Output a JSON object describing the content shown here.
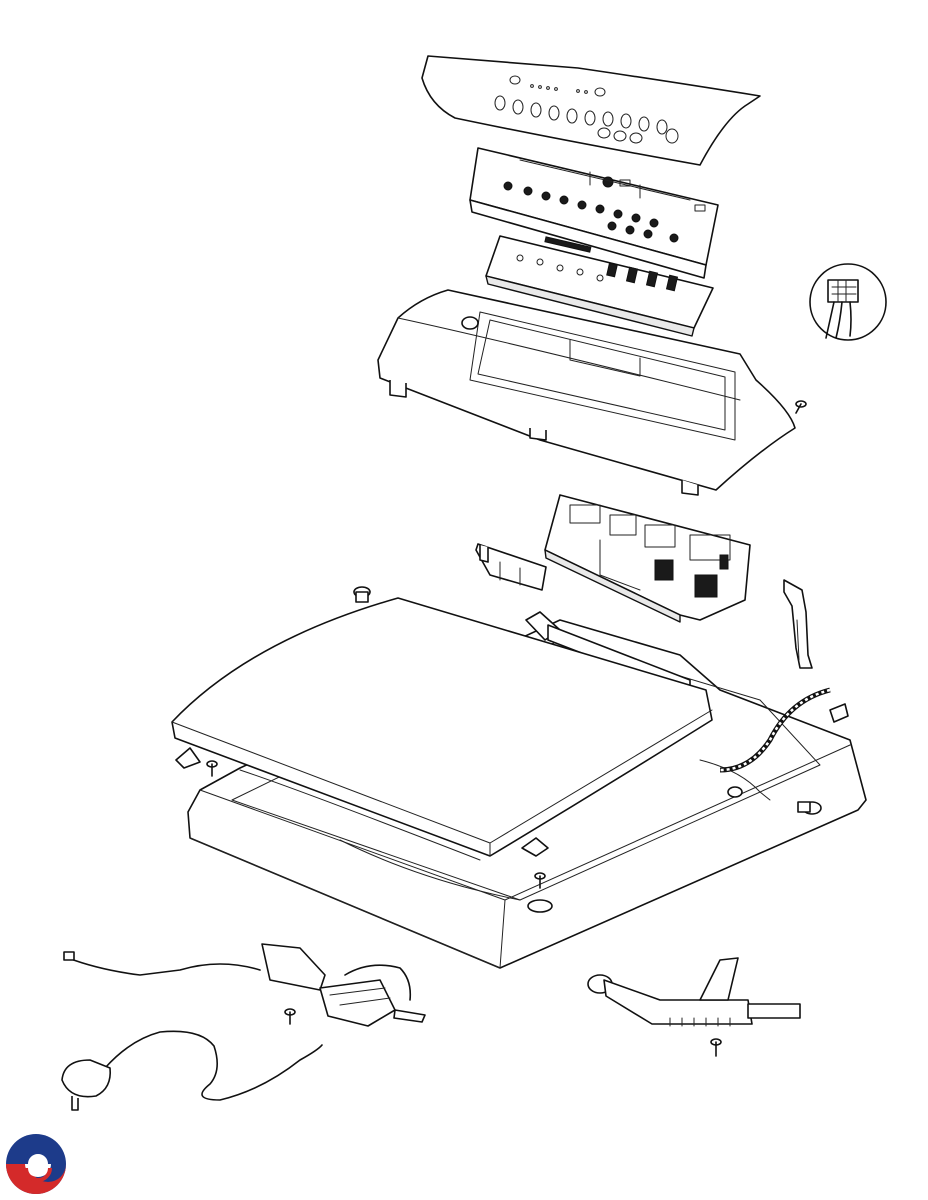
{
  "diagram": {
    "parts": [
      {
        "id": "control-panel-overlay",
        "label": ""
      },
      {
        "id": "control-panel-keypad",
        "label": ""
      },
      {
        "id": "display-pcb",
        "label": ""
      },
      {
        "id": "console-housing",
        "label": ""
      },
      {
        "id": "wiring-connector-detail",
        "label": ""
      },
      {
        "id": "console-screw",
        "label": ""
      },
      {
        "id": "main-control-module",
        "label": ""
      },
      {
        "id": "lid-switch-bracket",
        "label": ""
      },
      {
        "id": "lid-hinge-bushing",
        "label": ""
      },
      {
        "id": "wiring-guide-bracket",
        "label": ""
      },
      {
        "id": "top-lid",
        "label": ""
      },
      {
        "id": "cabinet-top",
        "label": ""
      },
      {
        "id": "lid-hinge-left",
        "label": ""
      },
      {
        "id": "lid-hinge-right",
        "label": ""
      },
      {
        "id": "rear-grommet",
        "label": ""
      },
      {
        "id": "wiring-harness",
        "label": ""
      },
      {
        "id": "mains-filter",
        "label": ""
      },
      {
        "id": "power-cord-plug",
        "label": ""
      },
      {
        "id": "water-inlet-valve",
        "label": ""
      }
    ]
  },
  "branding": {
    "logo_name": "swirl-logo",
    "colors": {
      "blue": "#1d3b8a",
      "red": "#d42a2a",
      "line": "#111111"
    }
  }
}
